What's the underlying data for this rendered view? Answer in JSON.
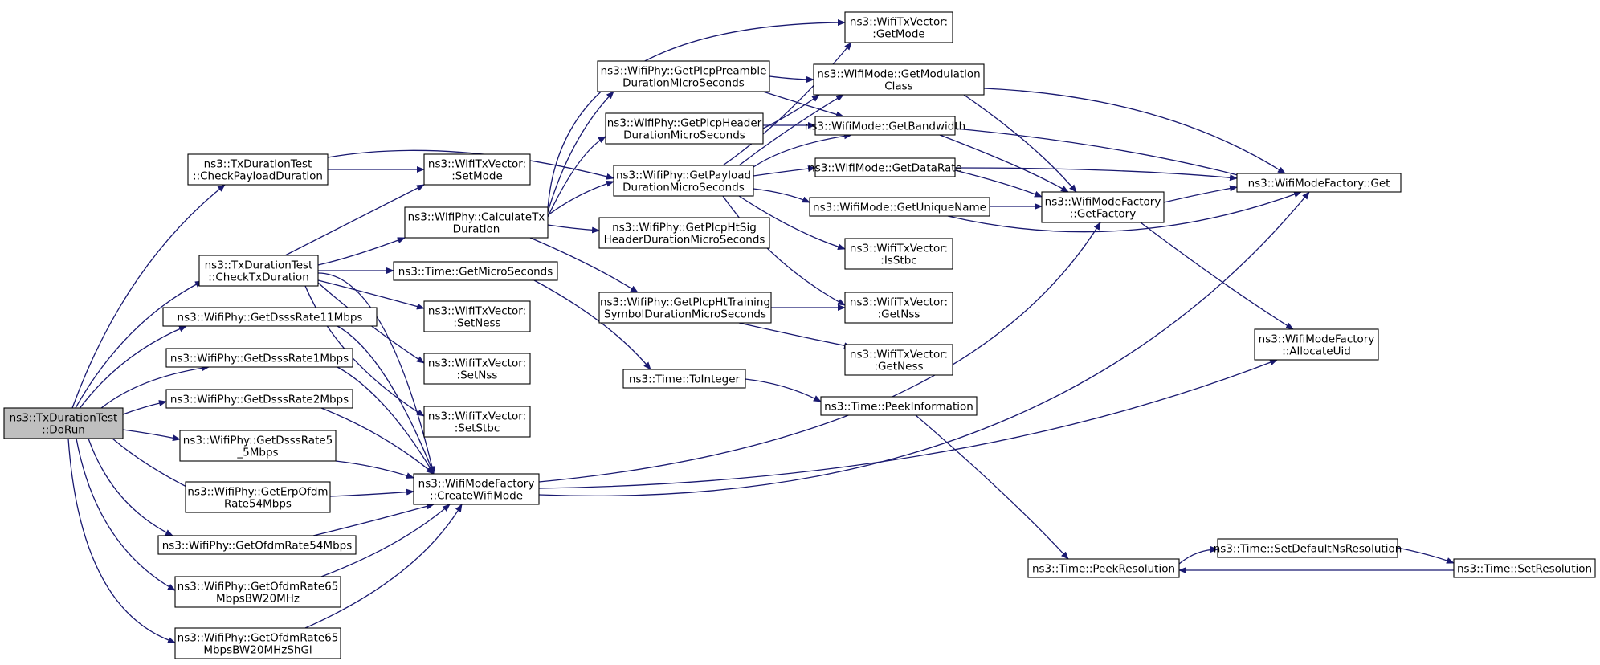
{
  "graph": {
    "edge_color": "#191970",
    "root_fill": "#bfbfbf",
    "node_fill": "#ffffff",
    "nodes": [
      {
        "id": "dorun",
        "lines": [
          "ns3::TxDurationTest",
          "::DoRun"
        ],
        "root": true
      },
      {
        "id": "checkpayload",
        "lines": [
          "ns3::TxDurationTest",
          "::CheckPayloadDuration"
        ]
      },
      {
        "id": "checktx",
        "lines": [
          "ns3::TxDurationTest",
          "::CheckTxDuration"
        ]
      },
      {
        "id": "dsss11",
        "lines": [
          "ns3::WifiPhy::GetDsssRate11Mbps"
        ]
      },
      {
        "id": "dsss1",
        "lines": [
          "ns3::WifiPhy::GetDsssRate1Mbps"
        ]
      },
      {
        "id": "dsss2",
        "lines": [
          "ns3::WifiPhy::GetDsssRate2Mbps"
        ]
      },
      {
        "id": "dsss55",
        "lines": [
          "ns3::WifiPhy::GetDsssRate5",
          "_5Mbps"
        ]
      },
      {
        "id": "erp54",
        "lines": [
          "ns3::WifiPhy::GetErpOfdm",
          "Rate54Mbps"
        ]
      },
      {
        "id": "ofdm54",
        "lines": [
          "ns3::WifiPhy::GetOfdmRate54Mbps"
        ]
      },
      {
        "id": "ofdm65",
        "lines": [
          "ns3::WifiPhy::GetOfdmRate65",
          "MbpsBW20MHz"
        ]
      },
      {
        "id": "ofdm65sgi",
        "lines": [
          "ns3::WifiPhy::GetOfdmRate65",
          "MbpsBW20MHzShGi"
        ]
      },
      {
        "id": "setmode",
        "lines": [
          "ns3::WifiTxVector:",
          ":SetMode"
        ]
      },
      {
        "id": "calctx",
        "lines": [
          "ns3::WifiPhy::CalculateTx",
          "Duration"
        ]
      },
      {
        "id": "getmicro",
        "lines": [
          "ns3::Time::GetMicroSeconds"
        ]
      },
      {
        "id": "setness",
        "lines": [
          "ns3::WifiTxVector:",
          ":SetNess"
        ]
      },
      {
        "id": "setnss",
        "lines": [
          "ns3::WifiTxVector:",
          ":SetNss"
        ]
      },
      {
        "id": "setstbc",
        "lines": [
          "ns3::WifiTxVector:",
          ":SetStbc"
        ]
      },
      {
        "id": "createwifi",
        "lines": [
          "ns3::WifiModeFactory",
          "::CreateWifiMode"
        ]
      },
      {
        "id": "preamble",
        "lines": [
          "ns3::WifiPhy::GetPlcpPreamble",
          "DurationMicroSeconds"
        ]
      },
      {
        "id": "header",
        "lines": [
          "ns3::WifiPhy::GetPlcpHeader",
          "DurationMicroSeconds"
        ]
      },
      {
        "id": "payload",
        "lines": [
          "ns3::WifiPhy::GetPayload",
          "DurationMicroSeconds"
        ]
      },
      {
        "id": "htsig",
        "lines": [
          "ns3::WifiPhy::GetPlcpHtSig",
          "HeaderDurationMicroSeconds"
        ]
      },
      {
        "id": "httrain",
        "lines": [
          "ns3::WifiPhy::GetPlcpHtTraining",
          "SymbolDurationMicroSeconds"
        ]
      },
      {
        "id": "tointeger",
        "lines": [
          "ns3::Time::ToInteger"
        ]
      },
      {
        "id": "peekinfo",
        "lines": [
          "ns3::Time::PeekInformation"
        ]
      },
      {
        "id": "getmode",
        "lines": [
          "ns3::WifiTxVector:",
          ":GetMode"
        ]
      },
      {
        "id": "modclass",
        "lines": [
          "ns3::WifiMode::GetModulation",
          "Class"
        ]
      },
      {
        "id": "bandwidth",
        "lines": [
          "ns3::WifiMode::GetBandwidth"
        ]
      },
      {
        "id": "datarate",
        "lines": [
          "ns3::WifiMode::GetDataRate"
        ]
      },
      {
        "id": "uniquename",
        "lines": [
          "ns3::WifiMode::GetUniqueName"
        ]
      },
      {
        "id": "isstbc",
        "lines": [
          "ns3::WifiTxVector:",
          ":IsStbc"
        ]
      },
      {
        "id": "getnss",
        "lines": [
          "ns3::WifiTxVector:",
          ":GetNss"
        ]
      },
      {
        "id": "getness",
        "lines": [
          "ns3::WifiTxVector:",
          ":GetNess"
        ]
      },
      {
        "id": "getfactory",
        "lines": [
          "ns3::WifiModeFactory",
          "::GetFactory"
        ]
      },
      {
        "id": "factoryget",
        "lines": [
          "ns3::WifiModeFactory::Get"
        ]
      },
      {
        "id": "allocuid",
        "lines": [
          "ns3::WifiModeFactory",
          "::AllocateUid"
        ]
      },
      {
        "id": "peekres",
        "lines": [
          "ns3::Time::PeekResolution"
        ]
      },
      {
        "id": "setdefault",
        "lines": [
          "ns3::Time::SetDefaultNsResolution"
        ]
      },
      {
        "id": "setres",
        "lines": [
          "ns3::Time::SetResolution"
        ]
      }
    ]
  }
}
